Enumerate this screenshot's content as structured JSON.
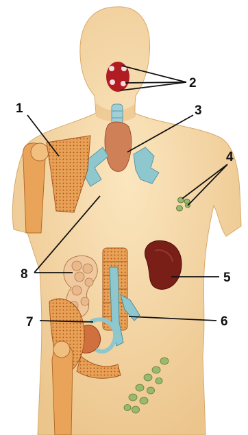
{
  "labels": {
    "l1": "1",
    "l2": "2",
    "l3": "3",
    "l4": "4",
    "l5": "5",
    "l6": "6",
    "l7": "7",
    "l8": "8"
  },
  "colors": {
    "skin": "#f5d9a8",
    "skin_shadow": "#e8bb7e",
    "bone": "#e89a45",
    "marrow": "#c96a2a",
    "thymus": "#cf7a52",
    "lymph": "#8fc7cf",
    "spleen": "#7a1e18",
    "tonsils": "#c8252a",
    "lymph_nodes": "#8bb36a",
    "leader": "#111111"
  }
}
